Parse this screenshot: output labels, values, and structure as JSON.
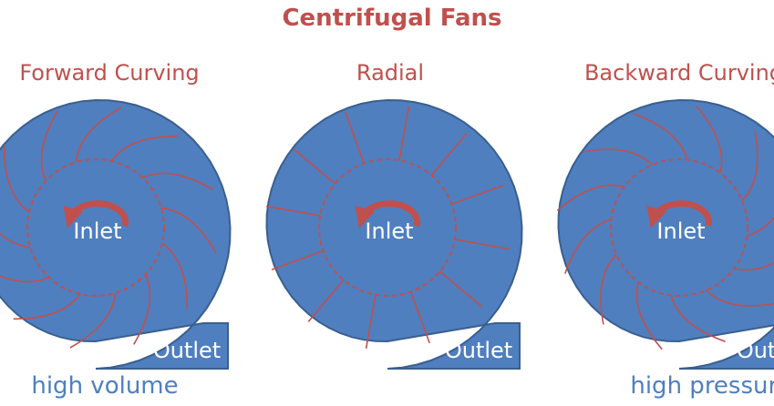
{
  "title": "Centrifugal Fans",
  "colors": {
    "housing_fill": "#4f7fbf",
    "housing_stroke": "#3a5f8f",
    "accent": "#c0504d",
    "inner_text": "#ffffff",
    "caption": "#4f7fbf"
  },
  "fans": [
    {
      "name": "Forward Curving",
      "inlet_label": "Inlet",
      "outlet_label": "Outlet",
      "caption": "high volume",
      "blade_style": "forward"
    },
    {
      "name": "Radial",
      "inlet_label": "Inlet",
      "outlet_label": "Outlet",
      "caption": "",
      "blade_style": "radial"
    },
    {
      "name": "Backward Curving",
      "inlet_label": "Inlet",
      "outlet_label": "Outlet",
      "caption": "high pressure",
      "blade_style": "backward"
    }
  ]
}
